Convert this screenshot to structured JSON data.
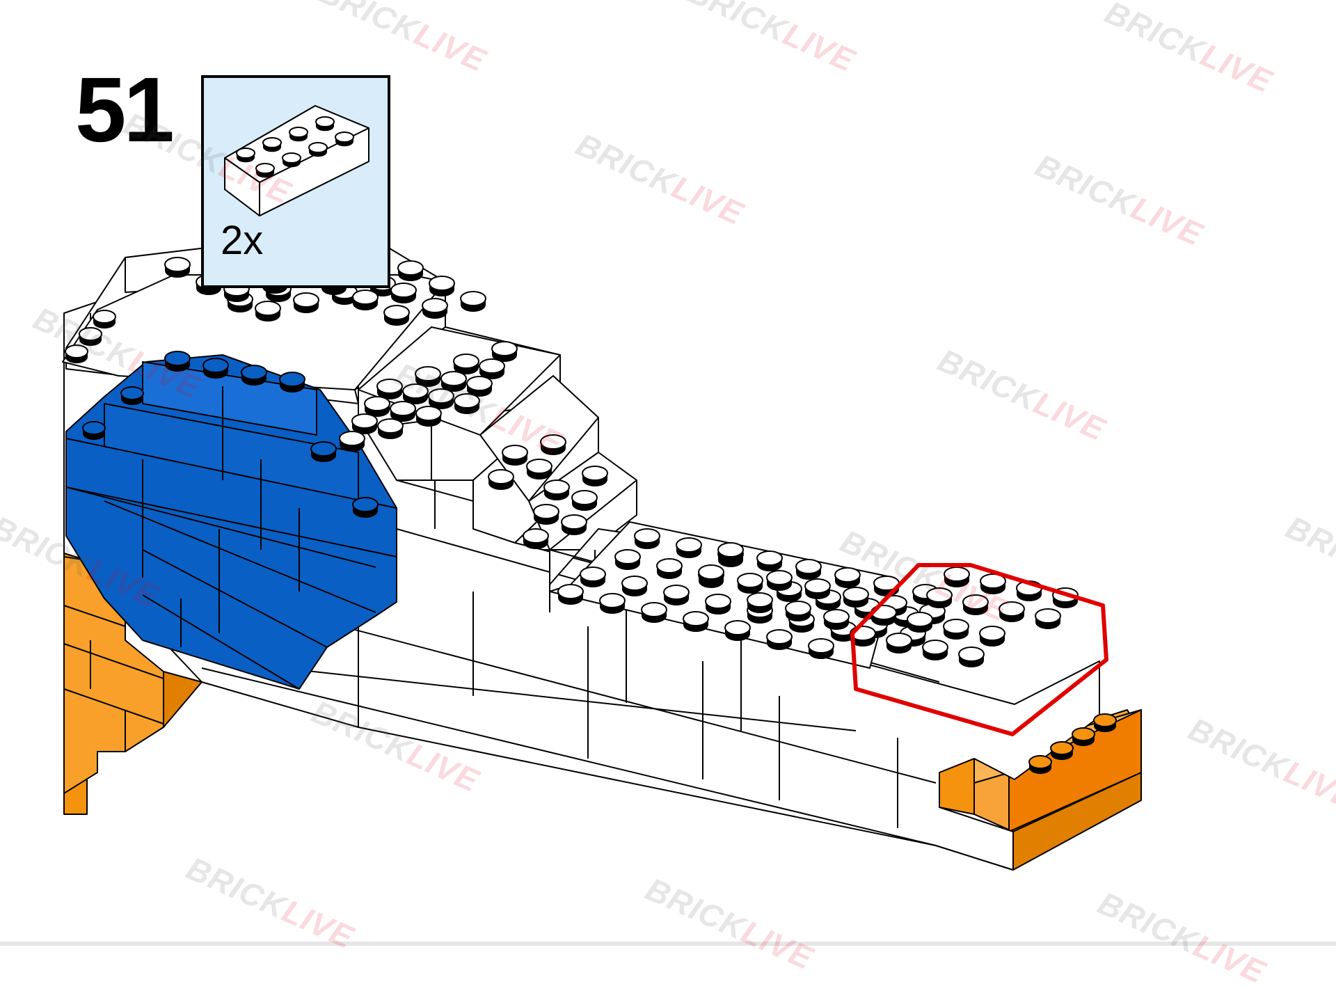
{
  "step": {
    "number": "51"
  },
  "parts_callout": {
    "quantity": "2x",
    "part": "2x4 brick",
    "part_color": "#ffffff"
  },
  "watermark": {
    "part1": "BRICK",
    "part2": "LIVE"
  },
  "colors": {
    "white_brick": "#ffffff",
    "blue_brick": "#0a5fc4",
    "orange_brick": "#f5930f",
    "highlight": "#e00000",
    "callout_bg": "#d8ecfa"
  },
  "highlight_note": "new-piece-outline"
}
